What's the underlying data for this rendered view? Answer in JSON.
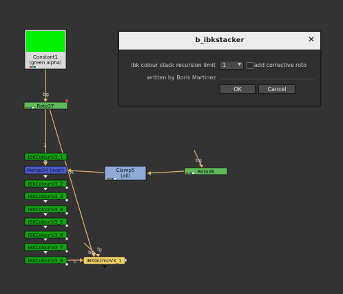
{
  "dialog": {
    "title": "b_ibkstacker",
    "knob_label": "ibk colour stack recursion limit",
    "recursion_limit_value": "1",
    "corrective_roto_label": "add corrective roto",
    "corrective_roto_checked": false,
    "author": "written by Boris Martinez",
    "ok_label": "OK",
    "cancel_label": "Cancel"
  },
  "nodes": {
    "constant_label_1": "Constant1",
    "constant_label_2": "(green alpha)",
    "roto37": "Roto37",
    "roto36": "Roto36",
    "clamp_label_1": "Clamp5",
    "clamp_label_2": "(all)",
    "merge": "Merge54 (over)",
    "ibk_colour": [
      "IBKColourV3_1",
      "IBKColourV3_2",
      "IBKColourV3_3",
      "IBKColourV3_4",
      "IBKColourV3_5",
      "IBKColourV3_6",
      "IBKColourV3_7",
      "IBKColourV3_8"
    ],
    "ibk_gizmo": "IBKGizmoV3_1"
  },
  "edges": {
    "bg": "bg",
    "a": "A",
    "one": "1",
    "c": "c",
    "fg": "fg"
  },
  "colors": {
    "background": "#333333",
    "constant_fill": "#00f000",
    "roto_fill": "#5fb85a",
    "ibk_fill": "#0fa30f",
    "clamp_fill": "#8fa8d8",
    "merge_fill": "#4a5bd0",
    "gizmo_fill": "#f2d16a",
    "pipe": "#e3b36a"
  }
}
